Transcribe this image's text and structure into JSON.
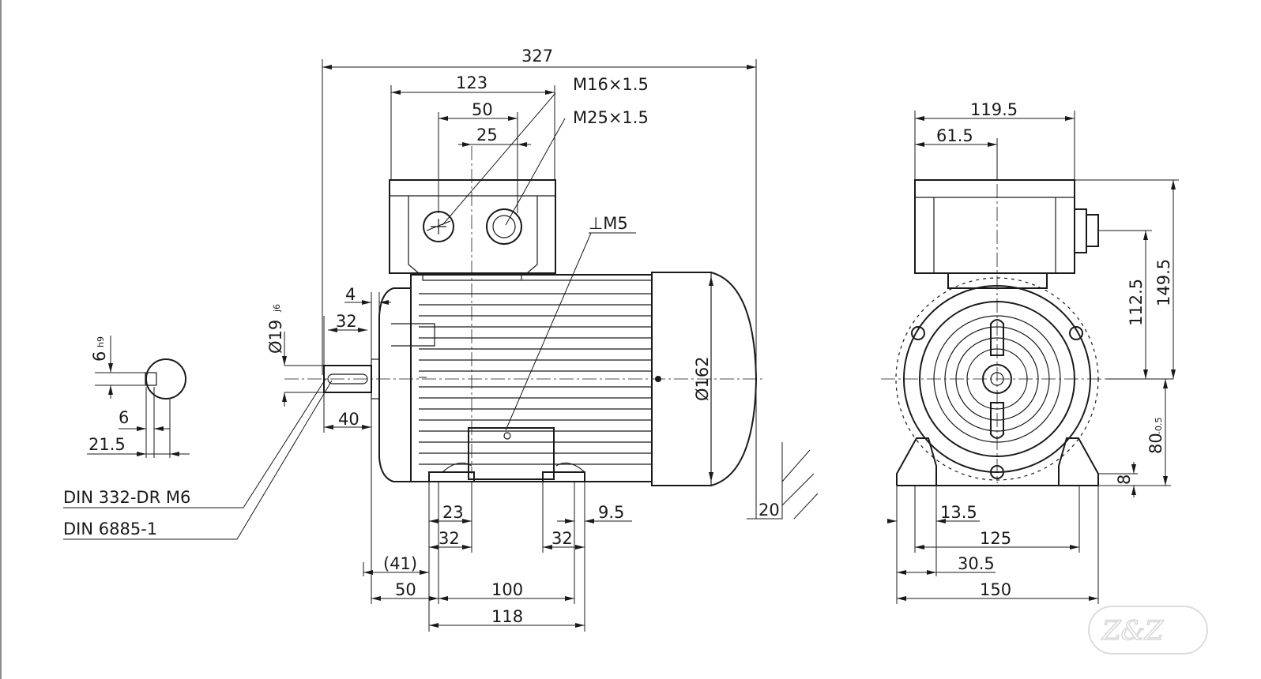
{
  "side_view": {
    "overall_length": "327",
    "terminal_box_width": "123",
    "gland_spacing": "50",
    "gland_offset": "25",
    "gland_1": "M16×1.5",
    "gland_2": "M25×1.5",
    "earth_screw": "⊥M5",
    "shaft_shoulder": "4",
    "key_length": "32",
    "shaft_diameter": "Ø19",
    "shaft_tolerance": "j6",
    "shaft_length": "40",
    "fan_cover_diameter": "Ø162",
    "center_hole_std": "DIN 332-DR M6",
    "key_std": "DIN 6885-1",
    "foot_23": "23",
    "foot_9_5": "9.5",
    "foot_32_left": "32",
    "foot_32_right": "32",
    "dim_41": "(41)",
    "dim_50": "50",
    "dim_100": "100",
    "dim_118": "118",
    "dim_20": "20"
  },
  "key_section": {
    "key_width": "6",
    "key_tolerance": "h9",
    "key_height": "6",
    "shaft_key_height": "21.5"
  },
  "front_view": {
    "box_width": "119.5",
    "box_half": "61.5",
    "height_total": "149.5",
    "gland_height": "112.5",
    "shaft_height": "80",
    "shaft_height_tol": "-0.5",
    "foot_thickness": "8",
    "foot_slot": "13.5",
    "foot_hole_spacing": "125",
    "foot_edge": "30.5",
    "foot_width": "150"
  },
  "watermark": "Z&Z"
}
